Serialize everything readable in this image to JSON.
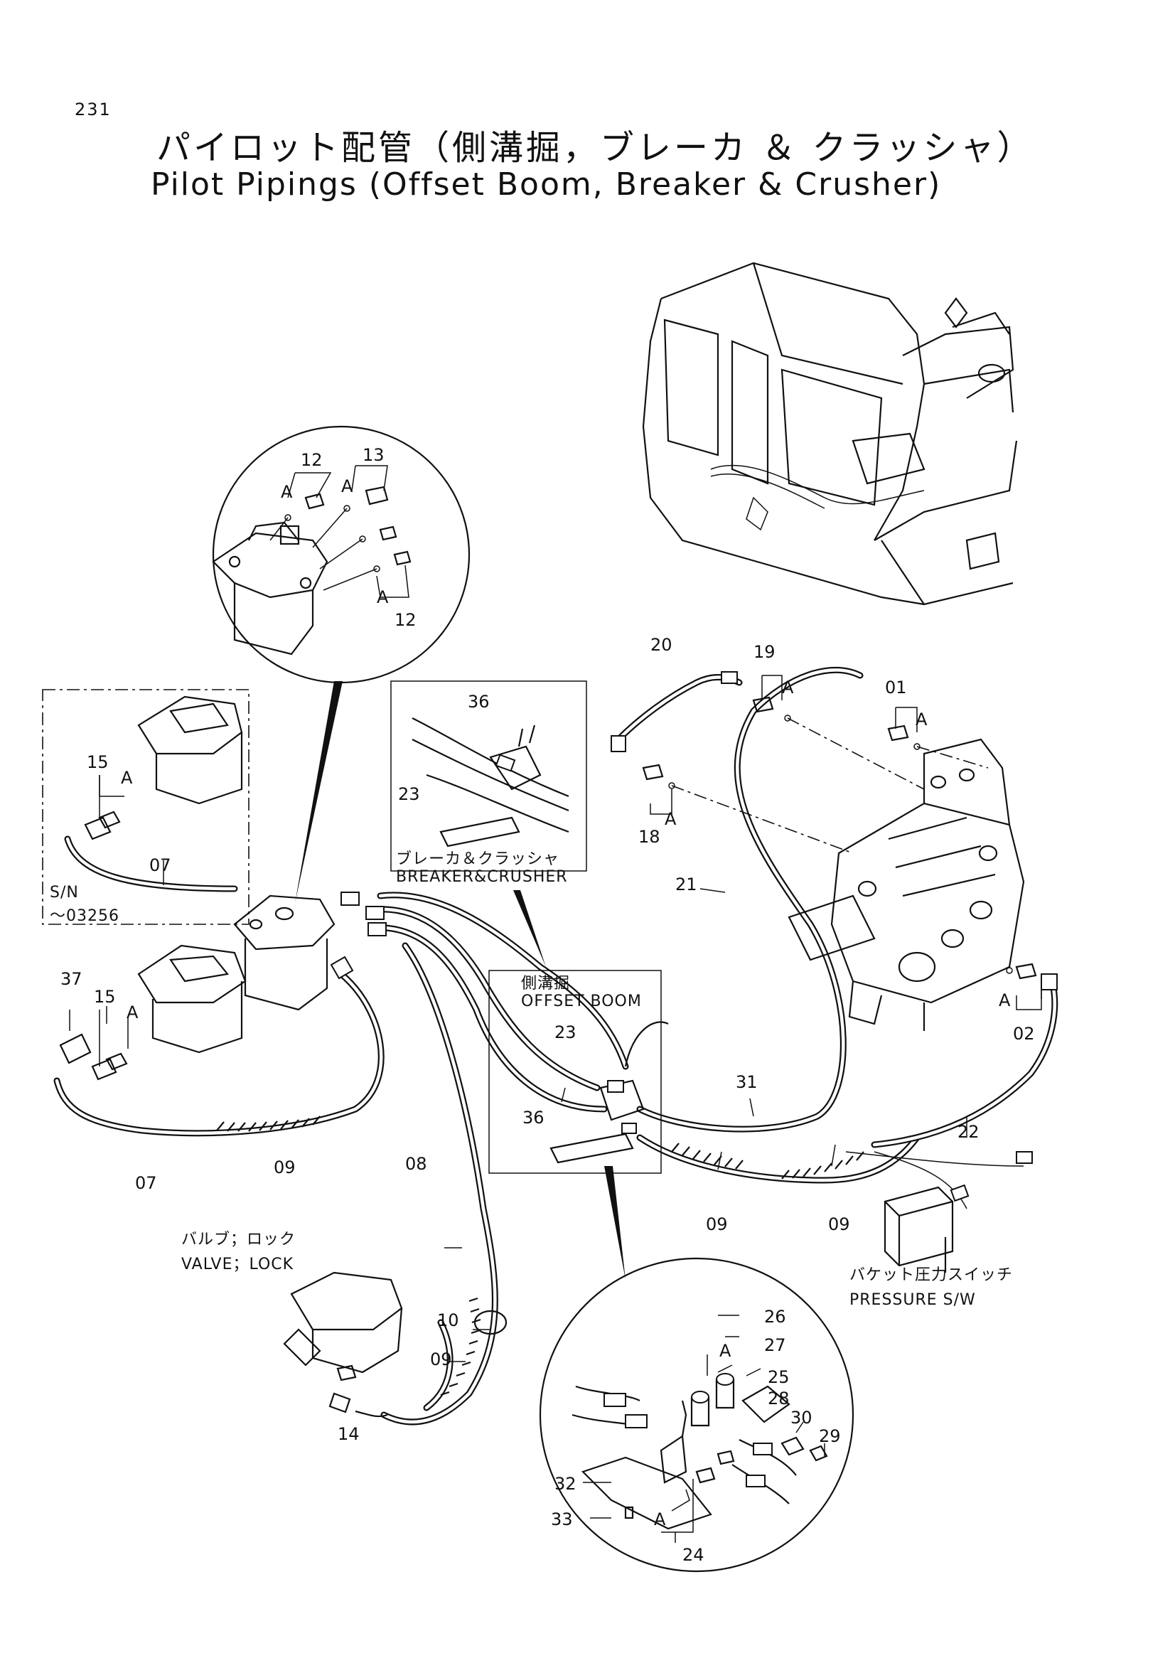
{
  "page_number": "231",
  "title_ja": "パイロット配管（側溝掘，ブレーカ ＆ クラッシャ）",
  "title_en": "Pilot Pipings (Offset Boom, Breaker & Crusher)",
  "captions": {
    "breaker_ja": "ブレーカ＆クラッシャ",
    "breaker_en": "BREAKER&CRUSHER",
    "offset_ja": "側溝掘",
    "offset_en": "OFFSET BOOM",
    "valve_ja": "バルブ；ロック",
    "valve_en": "VALVE；LOCK",
    "pressure_ja": "バケット圧力スイッチ",
    "pressure_en": "PRESSURE S/W",
    "sn_label": "S/N",
    "sn_value": "～03256"
  },
  "part_labels": {
    "p01": "01",
    "p02": "02",
    "p07a": "07",
    "p07b": "07",
    "p08": "08",
    "p09a": "09",
    "p09b": "09",
    "p09c": "09",
    "p09d": "09",
    "p10": "10",
    "p12a": "12",
    "p12b": "12",
    "p13": "13",
    "p14": "14",
    "p15a": "15",
    "p15b": "15",
    "p18": "18",
    "p19": "19",
    "p20": "20",
    "p21": "21",
    "p22": "22",
    "p23a": "23",
    "p23b": "23",
    "p24": "24",
    "p25": "25",
    "p26": "26",
    "p27": "27",
    "p28": "28",
    "p29": "29",
    "p30": "30",
    "p31": "31",
    "p32": "32",
    "p33": "33",
    "p36a": "36",
    "p36b": "36",
    "p37": "37"
  },
  "detail_marks": {
    "a1": "A",
    "a2": "A",
    "a3": "A",
    "a4": "A",
    "a5": "A",
    "a6": "A",
    "a7": "A",
    "a8": "A",
    "a9": "A",
    "a10": "A",
    "a11": "A"
  }
}
